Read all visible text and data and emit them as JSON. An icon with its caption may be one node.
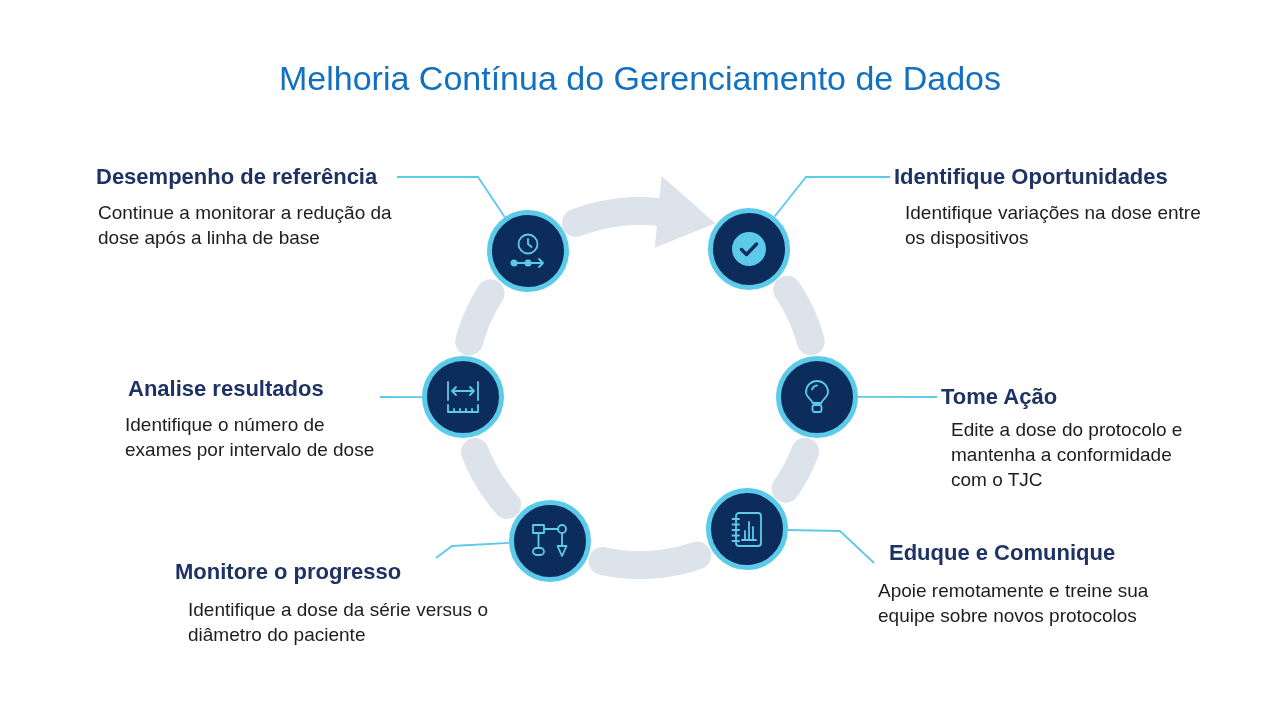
{
  "diagram": {
    "title": "Melhoria Contínua do Gerenciamento de Dados",
    "nodes": [
      {
        "text": [
          "Desempenho de referência",
          "Continue a monitorar a redução da dose após a linha de base"
        ]
      },
      {
        "text": [],
        "shape": "circle"
      },
      {
        "text": [
          "Identifique Oportunidades",
          "Identifique variações na dose entre os dispositivos"
        ]
      },
      {
        "text": [],
        "shape": "circle"
      },
      {
        "text": [
          "Tome Ação",
          "Edite a dose do protocolo e mantenha a conformidade com o TJC"
        ]
      },
      {
        "text": [],
        "shape": "circle"
      },
      {
        "text": [
          "Eduque e Comunique",
          "Apoie remotamente e treine sua equipe sobre novos protocolos"
        ]
      },
      {
        "text": [],
        "shape": "circle"
      },
      {
        "text": [
          "Monitore o progresso",
          "Identifique a dose da série versus o diâmetro do paciente"
        ]
      },
      {
        "text": [],
        "shape": "circle"
      },
      {
        "text": [
          "Analise resultados",
          "Identifique o número de exames por intervalo de dose"
        ]
      },
      {
        "text": [],
        "shape": "circle"
      }
    ],
    "edges": [
      {
        "from": 0,
        "to": 1,
        "arrow": "none"
      },
      {
        "from": 2,
        "to": 3,
        "arrow": "none"
      },
      {
        "from": 4,
        "to": 5,
        "arrow": "none"
      },
      {
        "from": 6,
        "to": 7,
        "arrow": "none"
      },
      {
        "from": 8,
        "to": 9,
        "arrow": "none"
      },
      {
        "from": 10,
        "to": 11,
        "arrow": "none"
      },
      {
        "from": 1,
        "to": 3,
        "arrow": "to",
        "style": "thick",
        "color": "#dde3eb"
      },
      {
        "from": 3,
        "to": 5,
        "arrow": "none",
        "style": "thick",
        "color": "#dde3eb"
      },
      {
        "from": 5,
        "to": 7,
        "arrow": "none",
        "style": "thick",
        "color": "#dde3eb"
      },
      {
        "from": 7,
        "to": 9,
        "arrow": "none",
        "style": "thick",
        "color": "#dde3eb"
      },
      {
        "from": 9,
        "to": 11,
        "arrow": "none",
        "style": "thick",
        "color": "#dde3eb"
      },
      {
        "from": 11,
        "to": 1,
        "arrow": "none",
        "style": "thick",
        "color": "#dde3eb"
      }
    ]
  }
}
